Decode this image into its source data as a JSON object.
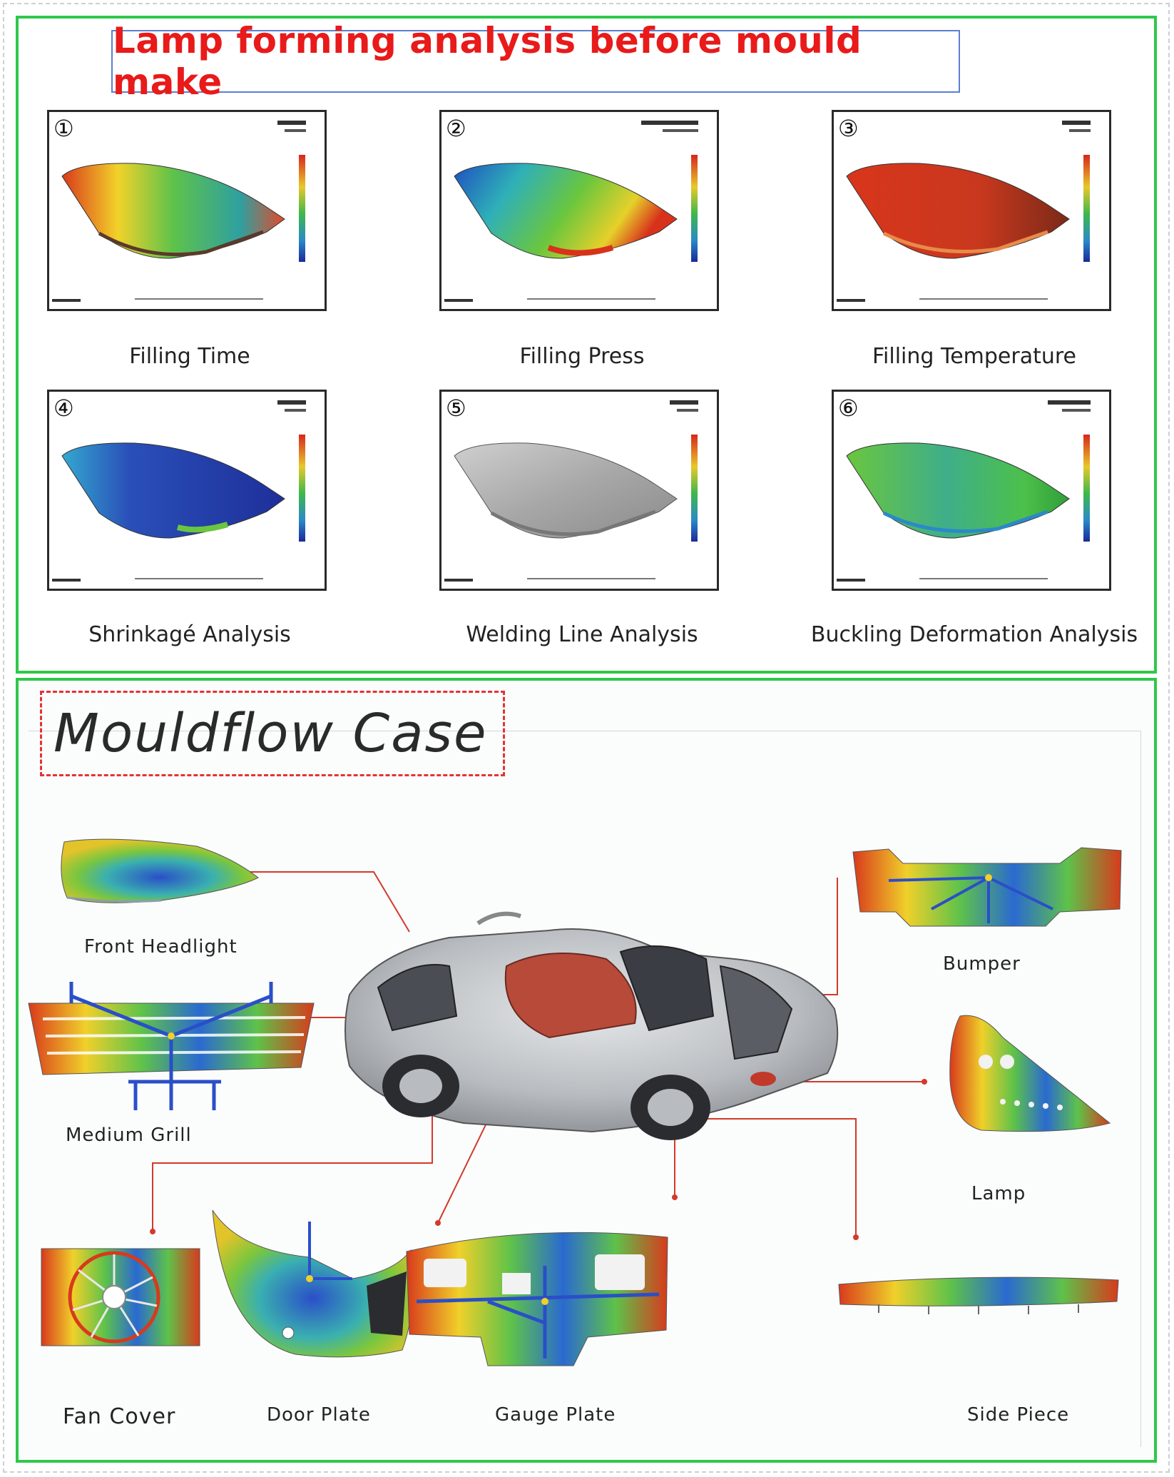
{
  "top_panel": {
    "title": "Lamp forming analysis before mould make",
    "analyses": [
      {
        "number": "①",
        "label": "Filling Time"
      },
      {
        "number": "②",
        "label": "Filling Press"
      },
      {
        "number": "③",
        "label": "Filling Temperature"
      },
      {
        "number": "④",
        "label": "Shrinkagé Analysis"
      },
      {
        "number": "⑤",
        "label": "Welding Line Analysis"
      },
      {
        "number": "⑥",
        "label": "Buckling Deformation Analysis"
      }
    ]
  },
  "bottom_panel": {
    "title": "Mouldflow Case",
    "parts": [
      {
        "label": "Front Headlight"
      },
      {
        "label": "Bumper"
      },
      {
        "label": "Medium Grill"
      },
      {
        "label": "Lamp"
      },
      {
        "label": "Fan Cover"
      },
      {
        "label": "Door Plate"
      },
      {
        "label": "Gauge Plate"
      },
      {
        "label": "Side Piece"
      }
    ]
  },
  "colors": {
    "frame_green": "#2fc84a",
    "title_red": "#e81a1a",
    "title_box_blue": "#5b7fd0",
    "dash_red": "#e23434",
    "connector_red": "#d23a2a"
  }
}
